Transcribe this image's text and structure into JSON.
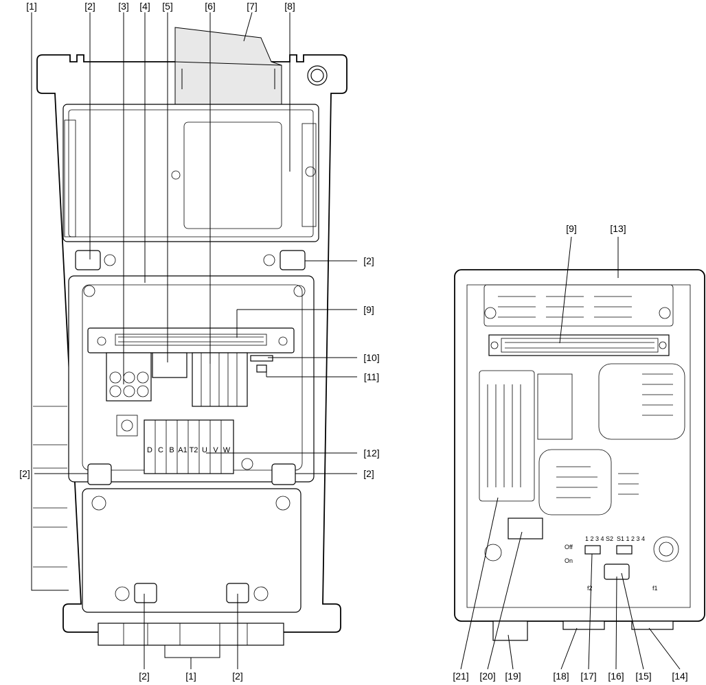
{
  "left_view": {
    "callouts_top": [
      "[1]",
      "[2]",
      "[3]",
      "[4]",
      "[5]",
      "[6]",
      "[7]",
      "[8]"
    ],
    "callouts_right": [
      "[2]",
      "[9]",
      "[10]",
      "[11]",
      "[12]",
      "[2]"
    ],
    "callouts_left": [
      "[2]"
    ],
    "callouts_bottom": [
      "[2]",
      "[1]",
      "[2]"
    ],
    "terminal_labels": [
      "D",
      "C",
      "B",
      "A1",
      "T2",
      "U",
      "V",
      "W"
    ]
  },
  "right_view": {
    "callouts_top": [
      "[9]",
      "[13]"
    ],
    "callouts_bottom": [
      "[21]",
      "[20]",
      "[19]",
      "[18]",
      "[17]",
      "[16]",
      "[15]",
      "[14]"
    ],
    "switch_labels": {
      "s1": "S1 1 2 3 4",
      "s2": "1 2 3 4 S2",
      "on": "On",
      "off": "Off",
      "f1": "f1",
      "f2": "f2"
    }
  }
}
